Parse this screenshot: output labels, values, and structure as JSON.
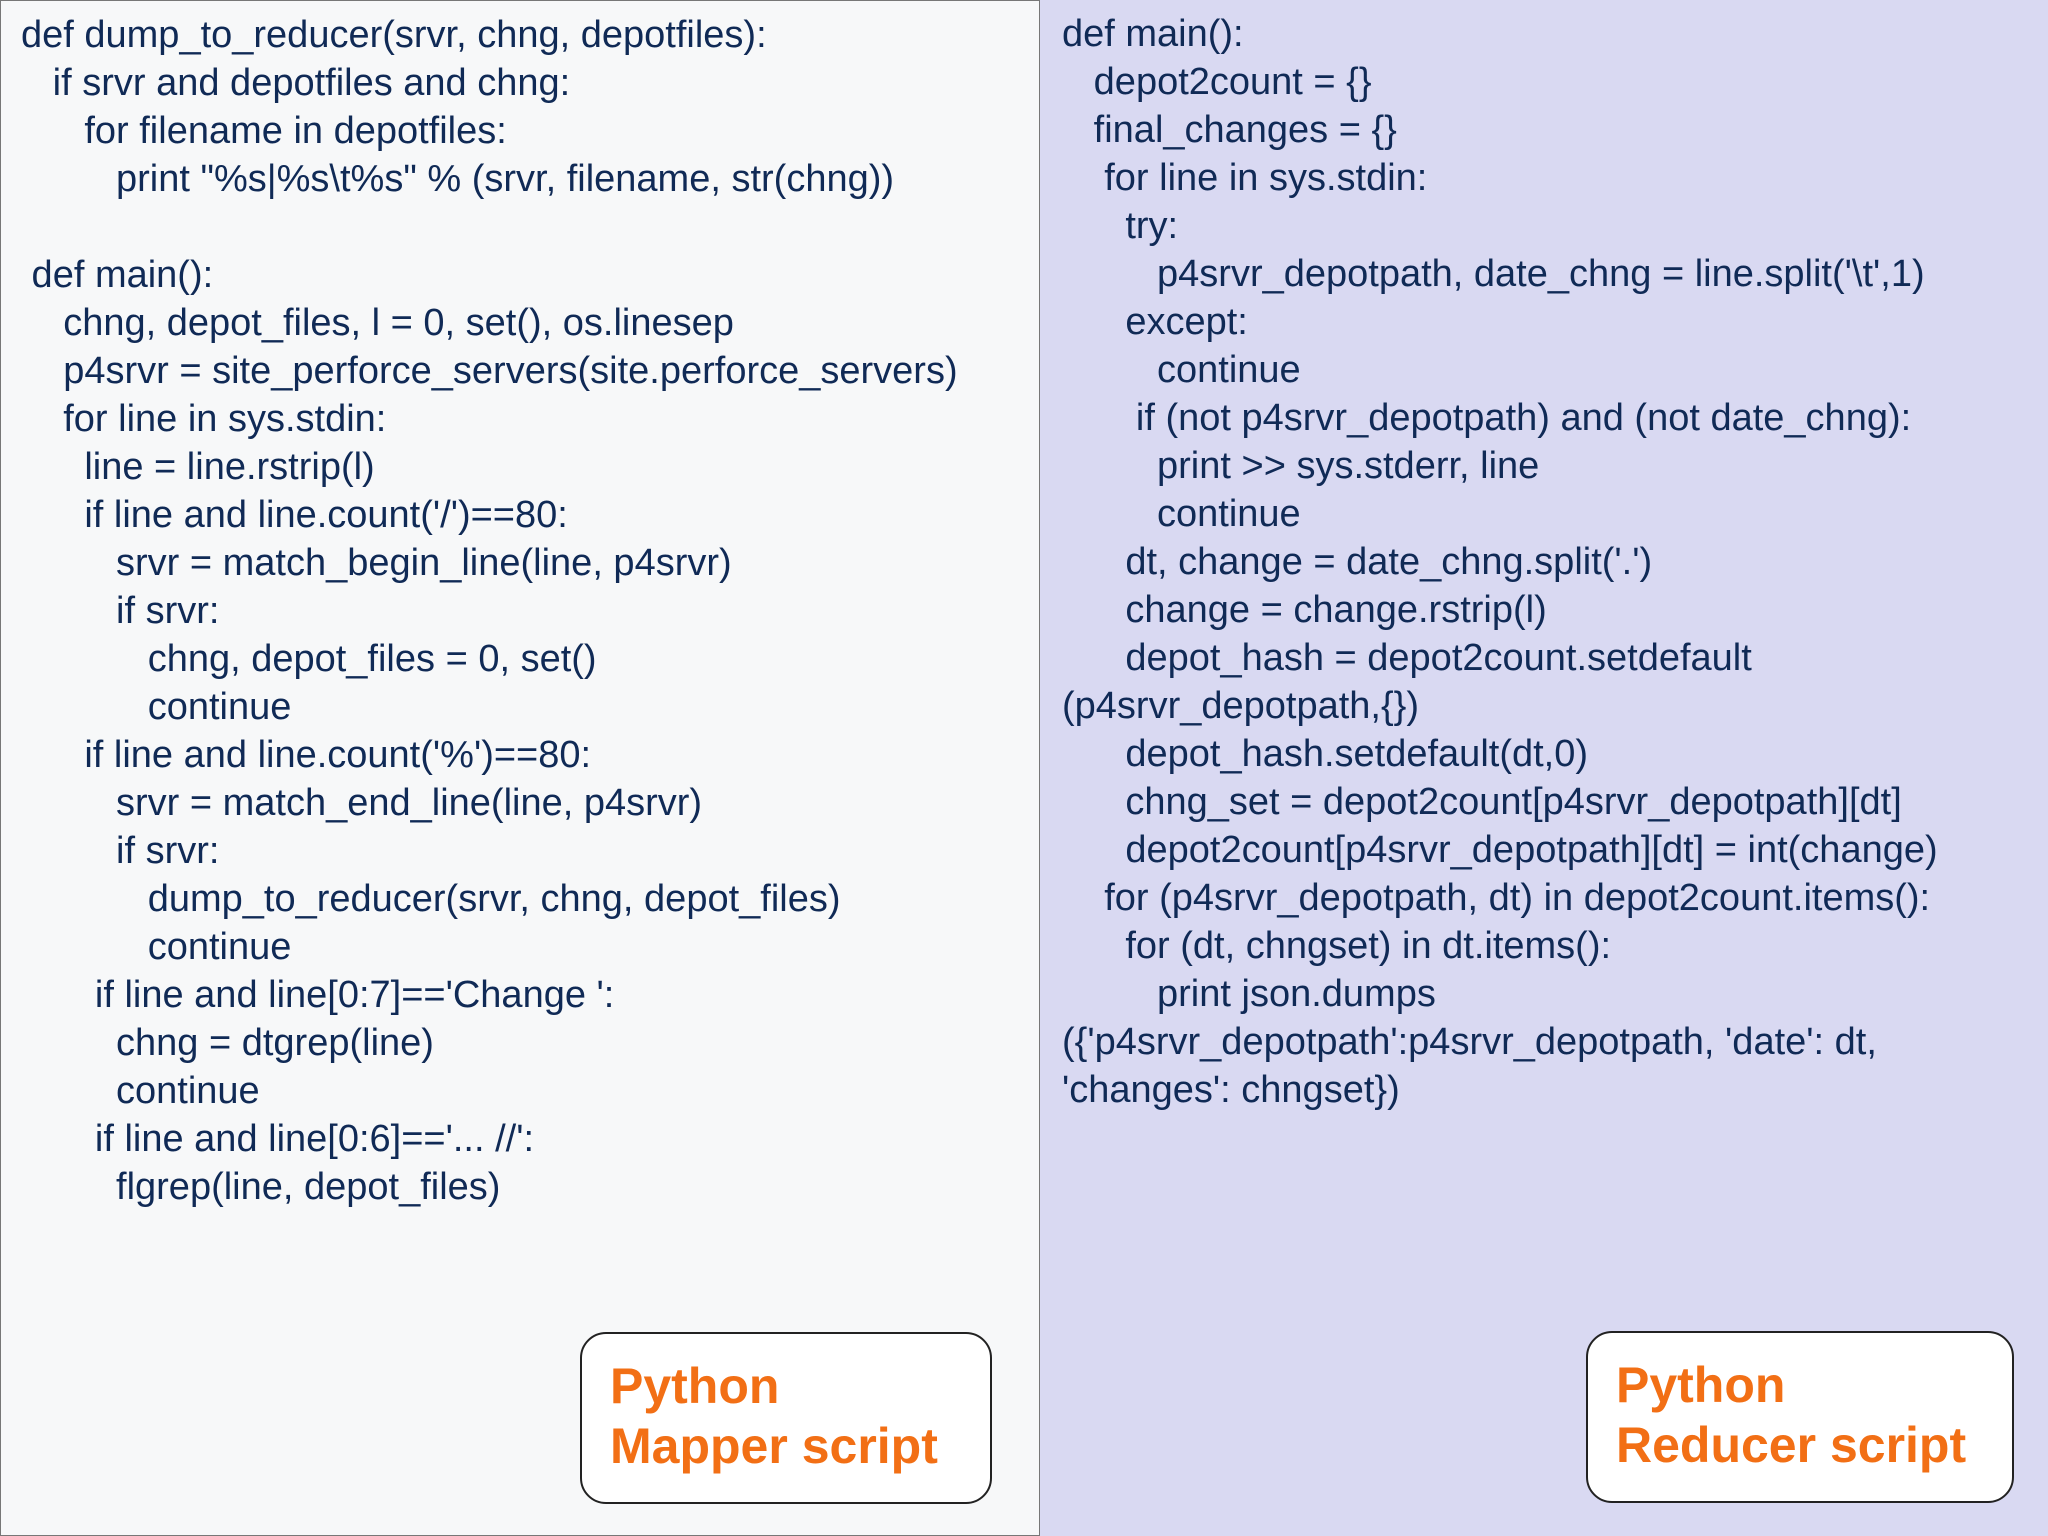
{
  "mapper": {
    "code_lines": [
      "def dump_to_reducer(srvr, chng, depotfiles):",
      "   if srvr and depotfiles and chng:",
      "      for filename in depotfiles:",
      "         print \"%s|%s\\t%s\" % (srvr, filename, str(chng))",
      "",
      " def main():",
      "    chng, depot_files, l = 0, set(), os.linesep",
      "    p4srvr = site_perforce_servers(site.perforce_servers)",
      "    for line in sys.stdin:",
      "      line = line.rstrip(l)",
      "      if line and line.count('/')==80:",
      "         srvr = match_begin_line(line, p4srvr)",
      "         if srvr:",
      "            chng, depot_files = 0, set()",
      "            continue",
      "      if line and line.count('%')==80:",
      "         srvr = match_end_line(line, p4srvr)",
      "         if srvr:",
      "            dump_to_reducer(srvr, chng, depot_files)",
      "            continue",
      "       if line and line[0:7]=='Change ':",
      "         chng = dtgrep(line)",
      "         continue",
      "       if line and line[0:6]=='... //':",
      "         flgrep(line, depot_files)"
    ],
    "label_line1": "Python",
    "label_line2": "Mapper script"
  },
  "reducer": {
    "code_lines": [
      "def main():",
      "   depot2count = {}",
      "   final_changes = {}",
      "    for line in sys.stdin:",
      "      try:",
      "         p4srvr_depotpath, date_chng = line.split('\\t',1)",
      "      except:",
      "         continue",
      "       if (not p4srvr_depotpath) and (not date_chng):",
      "         print >> sys.stderr, line",
      "         continue",
      "      dt, change = date_chng.split('.')",
      "      change = change.rstrip(l)",
      "      depot_hash = depot2count.setdefault",
      "(p4srvr_depotpath,{})",
      "      depot_hash.setdefault(dt,0)",
      "      chng_set = depot2count[p4srvr_depotpath][dt]",
      "      depot2count[p4srvr_depotpath][dt] = int(change)",
      "    for (p4srvr_depotpath, dt) in depot2count.items():",
      "      for (dt, chngset) in dt.items():",
      "         print json.dumps",
      "({'p4srvr_depotpath':p4srvr_depotpath, 'date': dt,",
      "'changes': chngset})"
    ],
    "label_line1": "Python",
    "label_line2": "Reducer script"
  },
  "colors": {
    "code_text": "#102a56",
    "label_text": "#f26f15",
    "left_bg": "#f7f8f9",
    "right_bg": "#d9d9f2"
  }
}
